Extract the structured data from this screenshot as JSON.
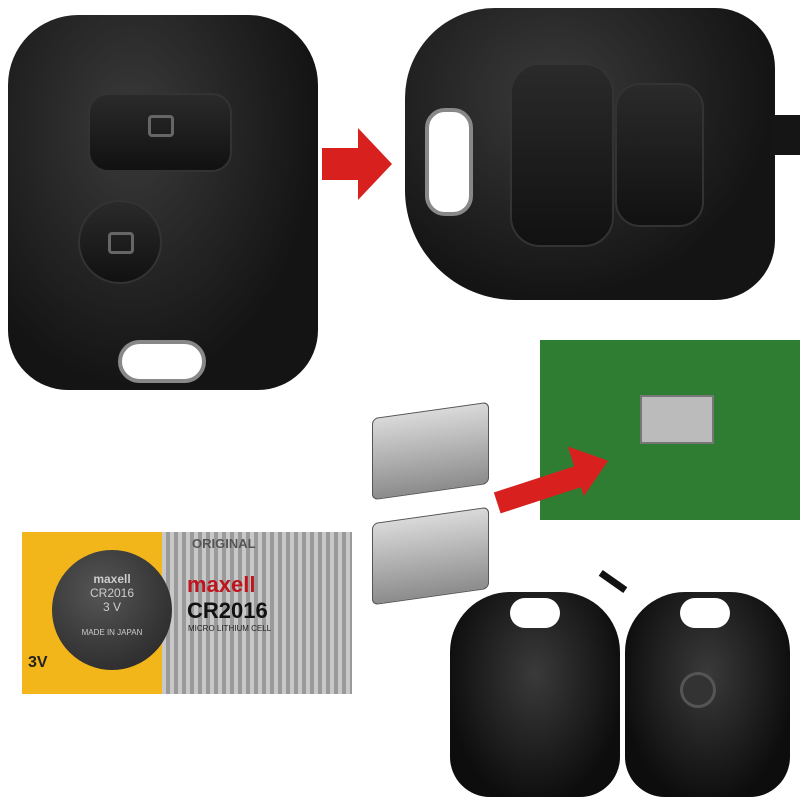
{
  "battery": {
    "brand": "maxell",
    "model": "CR2016",
    "voltage": "3V",
    "cell_voltage": "3 V",
    "type": "MICRO LITHIUM CELL",
    "origin": "MADE IN JAPAN",
    "watermark": "ORIGINAL"
  },
  "colors": {
    "arrow": "#d8201f",
    "pcb": "#2e7d32",
    "pack_yellow": "#f2b51a"
  }
}
